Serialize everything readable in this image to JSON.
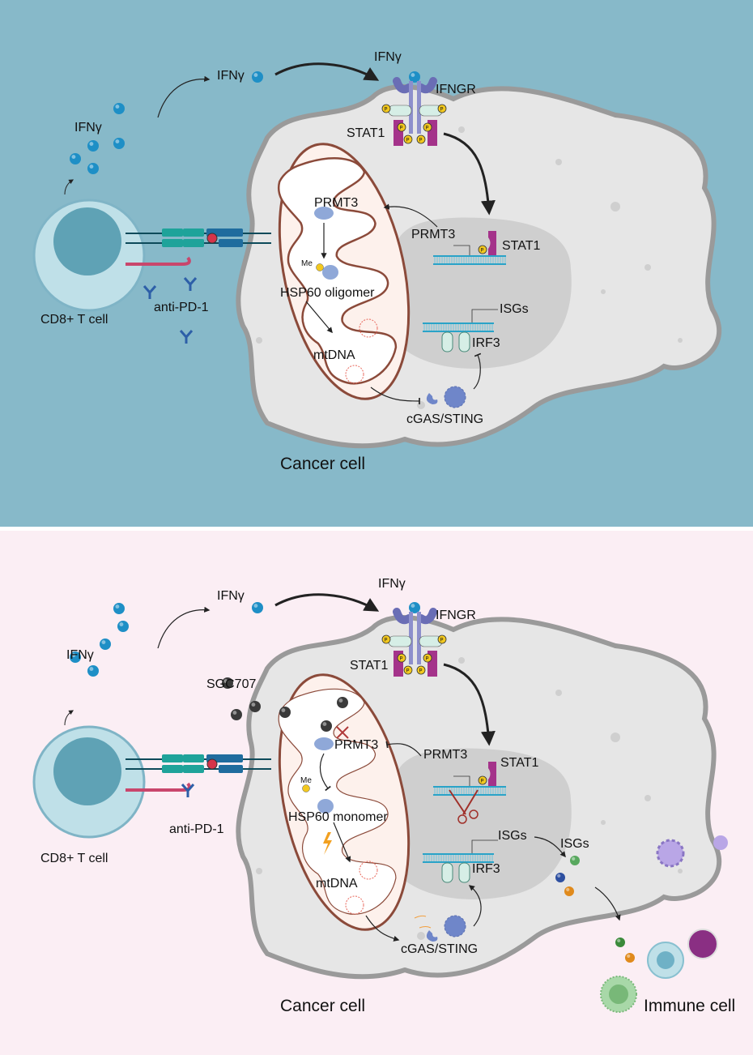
{
  "colors": {
    "top_background": "#87b9c9",
    "bottom_background": "#fbeef4",
    "cancer_cell_fill": "#e6e6e6",
    "nucleus_fill": "#cfcfcf",
    "mitochondrion_stroke": "#8b4a3a",
    "ifng_ball": "#1e8fc6",
    "stat1": "#a4338a",
    "receptor": "#8d8fcc",
    "phosphate": "#f2c81f",
    "sgc707": "#3a3a3a"
  },
  "top_panel": {
    "ifng_left": "IFNγ",
    "ifng_mid": "IFNγ",
    "ifng_top": "IFNγ",
    "ifngr": "IFNGR",
    "stat1_membrane": "STAT1",
    "prmt3_mito": "PRMT3",
    "prmt3_nucleus": "PRMT3",
    "stat1_nucleus": "STAT1",
    "me": "Me",
    "hsp60": "HSP60 oligomer",
    "isgs": "ISGs",
    "irf3": "IRF3",
    "mtdna": "mtDNA",
    "cgas_sting": "cGAS/STING",
    "t_cell": "CD8+ T cell",
    "anti_pd1": "anti-PD-1",
    "cancer_cell": "Cancer cell",
    "phospho": "P"
  },
  "bottom_panel": {
    "ifng_left": "IFNγ",
    "ifng_mid": "IFNγ",
    "ifng_top": "IFNγ",
    "ifngr": "IFNGR",
    "stat1_membrane": "STAT1",
    "sgc707": "SGC707",
    "prmt3_mito": "PRMT3",
    "prmt3_nucleus": "PRMT3",
    "stat1_nucleus": "STAT1",
    "me": "Me",
    "hsp60": "HSP60 monomer",
    "isgs": "ISGs",
    "isgs_secreted": "ISGs",
    "irf3": "IRF3",
    "mtdna": "mtDNA",
    "cgas_sting": "cGAS/STING",
    "t_cell": "CD8+ T cell",
    "anti_pd1": "anti-PD-1",
    "cancer_cell": "Cancer cell",
    "immune_cell": "Immune cell",
    "phospho": "P"
  }
}
